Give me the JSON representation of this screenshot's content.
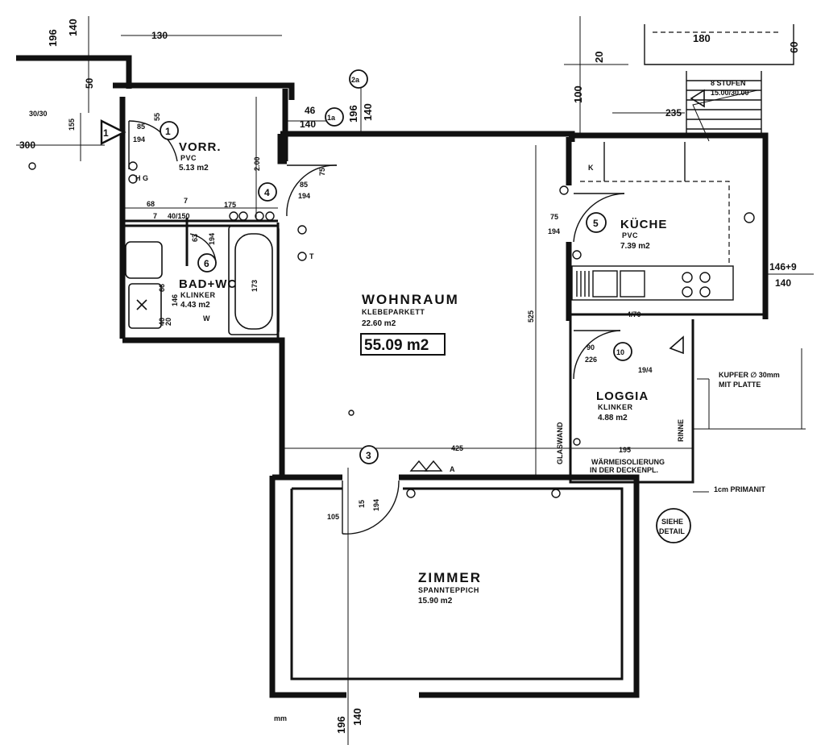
{
  "rooms": {
    "vorr": {
      "name": "VORR.",
      "material": "PVC",
      "area": "5.13 m2"
    },
    "bad": {
      "name": "BAD+WC",
      "material": "KLINKER",
      "area": "4.43 m2"
    },
    "wohnraum": {
      "name": "WOHNRAUM",
      "material": "KLEBEPARKETT",
      "area": "22.60 m2"
    },
    "kuche": {
      "name": "KÜCHE",
      "material": "PVC",
      "area": "7.39 m2"
    },
    "loggia": {
      "name": "LOGGIA",
      "material": "KLINKER",
      "area": "4.88 m2"
    },
    "zimmer": {
      "name": "ZIMMER",
      "material": "SPANNTEPPICH",
      "area": "15.90 m2"
    }
  },
  "total_area": "55.09 m2",
  "door_numbers": {
    "d1": "1",
    "d1a": "1a",
    "d2a": "2a",
    "d3": "3",
    "d4": "4",
    "d5": "5",
    "d6": "6",
    "d10": "10"
  },
  "dimensions": {
    "top_196": "196",
    "top_140": "140",
    "top_130": "130",
    "top_50": "50",
    "left_3030": "30/30",
    "left_155": "155",
    "left_300": "300",
    "vorr_85": "85",
    "vorr_194": "194",
    "vorr_55": "55",
    "d46": "46",
    "d140a": "140",
    "d196b": "196",
    "d140b": "140",
    "v200": "2.00",
    "v75": "75",
    "d85b": "85",
    "d194b": "194",
    "d68": "68",
    "d7": "7",
    "d175": "175",
    "d7b": "7",
    "d40150": "40/150",
    "d63": "63",
    "d194c": "194",
    "v173": "173",
    "v66": "66",
    "v146": "146",
    "v40": "40",
    "v20": "20",
    "top_180": "180",
    "top_20": "20",
    "top_60": "60",
    "v100": "100",
    "d235": "235",
    "stairs": "8 STUFEN",
    "stairs_size": "15.00/30.00",
    "k75": "75",
    "k194": "194",
    "k1469": "146+9",
    "k140": "140",
    "v525": "525",
    "d425": "425",
    "d195": "195",
    "d470": "4/70",
    "l90": "90",
    "l226": "226",
    "l19": "19/4",
    "z105": "105",
    "z15": "15",
    "z194": "194",
    "bot_196": "196",
    "bot_140": "140"
  },
  "labels": {
    "kupfer": "KUPFER ∅ 30mm",
    "platte": "MIT PLATTE",
    "rinne": "RINNE",
    "glaswand": "GLASWAND",
    "waerme": "WÄRMEISOLIERUNG",
    "decken": "IN DER DECKENPL.",
    "primanit": "1cm PRIMANIT",
    "siehe": "SIEHE",
    "detail": "DETAIL",
    "hg": "H G",
    "w": "W",
    "k": "K",
    "t": "T",
    "a": "A",
    "mm": "mm"
  }
}
